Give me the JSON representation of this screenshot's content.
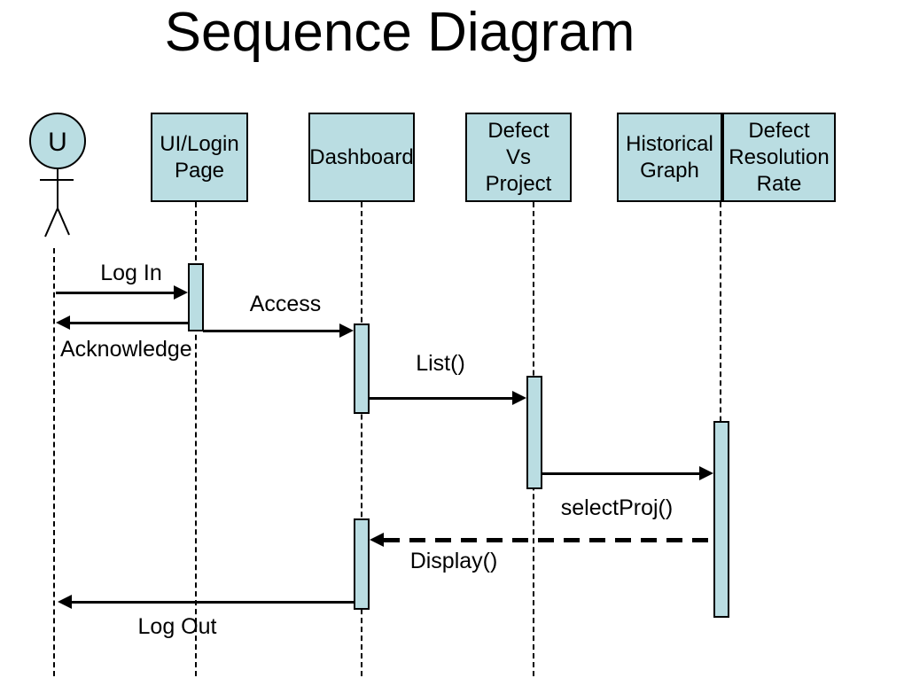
{
  "title": "Sequence Diagram",
  "colors": {
    "node_fill": "#badde2",
    "line": "#000000",
    "background": "#ffffff",
    "text": "#000000"
  },
  "actor": {
    "label": "U"
  },
  "objects": [
    {
      "label": "UI/Login Page"
    },
    {
      "label": "Dashboard"
    },
    {
      "label": "Defect Vs Project"
    },
    {
      "label": "Historical Graph"
    },
    {
      "label": "Defect Resolution Rate"
    }
  ],
  "messages": [
    {
      "label": "Log In",
      "from": "U",
      "to": "UI/Login Page",
      "line": "solid",
      "direction": "right"
    },
    {
      "label": "Acknowledge",
      "from": "UI/Login Page",
      "to": "U",
      "line": "solid",
      "direction": "left"
    },
    {
      "label": "Access",
      "from": "UI/Login Page",
      "to": "Dashboard",
      "line": "solid",
      "direction": "right"
    },
    {
      "label": "List()",
      "from": "Dashboard",
      "to": "Defect Vs Project",
      "line": "solid",
      "direction": "right"
    },
    {
      "label": "selectProj()",
      "from": "Defect Vs Project",
      "to": "Defect Resolution Rate",
      "line": "solid",
      "direction": "right"
    },
    {
      "label": "Display()",
      "from": "Defect Resolution Rate",
      "to": "Dashboard",
      "line": "dashed",
      "direction": "left"
    },
    {
      "label": "Log Out",
      "from": "Dashboard",
      "to": "U",
      "line": "solid",
      "direction": "left"
    }
  ]
}
